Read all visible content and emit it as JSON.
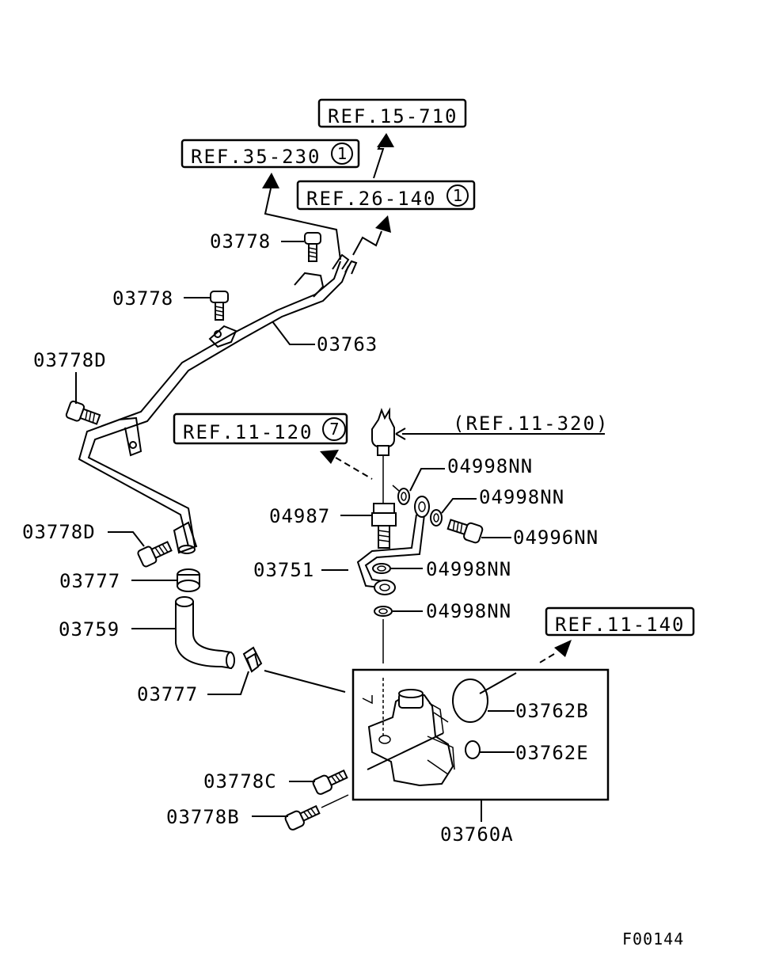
{
  "refs": {
    "r15_710": "REF.15-710",
    "r35_230": "REF.35-230",
    "r35_230_circle": "1",
    "r26_140": "REF.26-140",
    "r26_140_circle": "1",
    "r11_120": "REF.11-120",
    "r11_120_circle": "7",
    "r11_320": "(REF.11-320)",
    "r11_140": "REF.11-140"
  },
  "parts": {
    "p03778_a": "03778",
    "p03778_b": "03778",
    "p03763": "03763",
    "p03778D_a": "03778D",
    "p03778D_b": "03778D",
    "p03777_a": "03777",
    "p03759": "03759",
    "p03777_b": "03777",
    "p03778C": "03778C",
    "p03778B": "03778B",
    "p03760A": "03760A",
    "p03762B": "03762B",
    "p03762E": "03762E",
    "p04998NN_a": "04998NN",
    "p04998NN_b": "04998NN",
    "p04998NN_c": "04998NN",
    "p04998NN_d": "04998NN",
    "p04987": "04987",
    "p04996NN": "04996NN",
    "p03751": "03751"
  },
  "figure_code": "F00144"
}
